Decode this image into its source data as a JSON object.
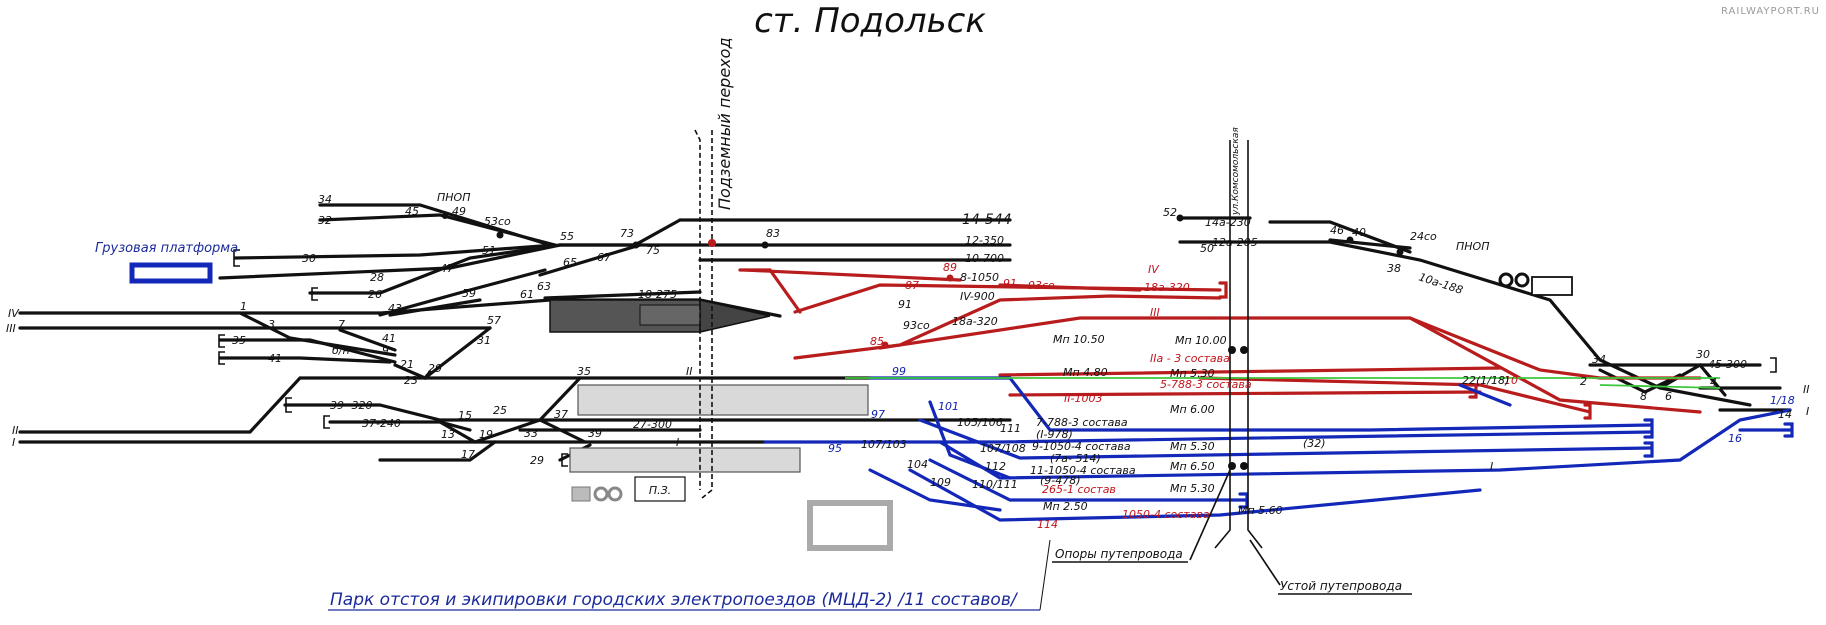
{
  "header": {
    "title": "ст. Подольск",
    "watermark": "RAILWAYPORT.RU"
  },
  "overpass_label": "Подземный переход",
  "street_label": "ул.Комсомольская",
  "cargo_platform_label": "Грузовая платформа",
  "pnop_left": "ПНОП",
  "pnop_right": "ПНОП",
  "pz_label": "П.З.",
  "park_caption": "Парк отстоя и экипировки городских электропоездов (МЦД-2) /11 составов/",
  "notes": {
    "supports": "Опоры путепровода",
    "abutment": "Устой путепровода"
  },
  "main_tracks": {
    "t_IV": "IV",
    "t_III": "III",
    "t_II": "II",
    "t_I": "I"
  },
  "track_labels": {
    "t_14_544": "14-544",
    "t_12_350": "12-350",
    "t_10_700": "10-700",
    "t_8_1050": "8-1050",
    "t_IV_900": "IV-900",
    "t_18_275": "18-275",
    "t_27_300": "27-300",
    "t_39_320": "39 -320",
    "t_37_240": "37-240",
    "t_14a_230": "14а-230",
    "t_12a_205": "12а-205",
    "t_10a_188": "10а-188",
    "t_45_300": "45-300",
    "t_18a_320": "18а-320",
    "t_18a_320b": "18а-320",
    "t_IIa": "IIа - 3 состава",
    "t_5_788": "5-788-3 состава",
    "t_II_1003": "II-1003",
    "t_7_788": "7-788-3 состава",
    "t_9_1050": "9-1050-4 состава",
    "t_11_1050": "11-1050-4 состава",
    "t_265": "265-1 состав",
    "t_1050_4": "1050-4 состава",
    "t_I_978": "(I-978)",
    "t_7a": "(7а- 514)",
    "t_9_478": "(9-478)",
    "t_32": "(32)"
  },
  "switch_numbers": {
    "s34": "34",
    "s32": "32",
    "s45": "45",
    "s49": "49",
    "s53co": "53со",
    "s30": "30",
    "s51": "51",
    "s55": "55",
    "s73": "73",
    "s75": "75",
    "s83": "83",
    "s28": "28",
    "s47": "47",
    "s65": "65",
    "s67": "67",
    "s26": "26",
    "s59": "59",
    "s61": "61",
    "s63": "63",
    "s43": "43",
    "s1": "1",
    "s3": "3",
    "s7": "7",
    "s57": "57",
    "s31": "31",
    "s35": "35",
    "s41": "41",
    "s6n": "б/н",
    "s9": "9",
    "s21": "21",
    "s23": "23",
    "s29": "29",
    "s35b": "35",
    "s15": "15",
    "s25": "25",
    "s37": "37",
    "s13": "13",
    "s19": "19",
    "s33": "33",
    "s39": "39",
    "s17": "17",
    "s29b": "29",
    "s91": "91",
    "s87": "87",
    "s89": "89",
    "s91b": "91",
    "s93co": "93со",
    "s93co2": "93со",
    "s85": "85",
    "s99": "99",
    "s97": "97",
    "s101": "101",
    "s95": "95",
    "s105": "105/106",
    "s103": "107/103",
    "s107": "107/108",
    "s104": "104",
    "s109": "109",
    "s110": "110/111",
    "s112": "112",
    "s114": "114",
    "s111": "111",
    "s52": "52",
    "s50": "50",
    "s46": "46",
    "s40": "40",
    "s24co": "24со",
    "s38": "38",
    "s34r": "34",
    "s30r": "30",
    "s4": "4",
    "s8": "8",
    "s6": "6",
    "s2": "2",
    "s16": "16",
    "s18": "1/18",
    "s14": "14",
    "s10": "10",
    "s22": "22(1/18)"
  },
  "signal_names": {
    "m1050": "Мп 10.50",
    "m480": "Мп 4.80",
    "m1000": "Мп 10.00",
    "m530a": "Мп 5.30",
    "m600": "Мп 6.00",
    "m530b": "Мп 5.30",
    "m650": "Мп 6.50",
    "m530c": "Мп 5.30",
    "m250": "Мп 2.50",
    "m560": "Мп 5.60"
  },
  "colors": {
    "existing_track": "#111111",
    "reconstructed_track": "#b81c1c",
    "emu_park_track": "#1328b8",
    "contact_line": "#3cc83c",
    "platform_fill": "#d9d9d9"
  }
}
